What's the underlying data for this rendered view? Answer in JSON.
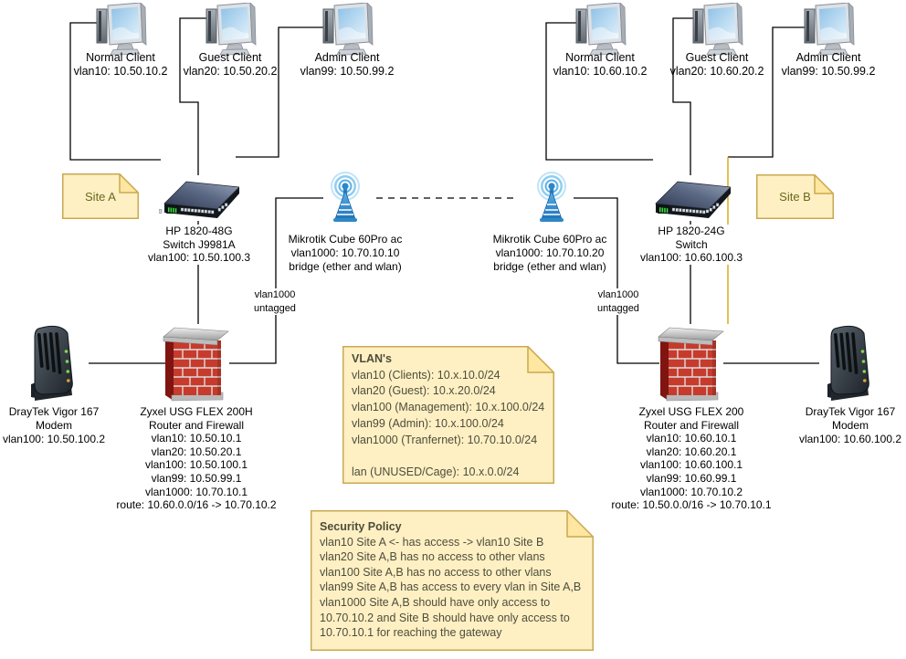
{
  "notes": {
    "site_a": {
      "title": "Site A"
    },
    "site_b": {
      "title": "Site B"
    },
    "vlans": {
      "title": "VLAN's",
      "body": "vlan10 (Clients): 10.x.10.0/24\nvlan20 (Guest): 10.x.20.0/24\nvlan100 (Management): 10.x.100.0/24\nvlan99 (Admin): 10.x.100.0/24\nvlan1000 (Tranfernet): 10.70.10.0/24\n\nlan (UNUSED/Cage): 10.x.0.0/24"
    },
    "security": {
      "title": "Security Policy",
      "body": "vlan10 Site A <- has access -> vlan10 Site B\nvlan20 Site A,B has no access to other vlans\nvlan100 Site A,B has no access to other vlans\nvlan99 Site A,B has access to every vlan in Site A,B\nvlan1000 Site A,B should have only access to\n10.70.10.2 and Site B should have only access to\n10.70.10.1 for reaching the gateway"
    }
  },
  "nodes": {
    "client_a_normal": {
      "label": "Normal Client\nvlan10: 10.50.10.2"
    },
    "client_a_guest": {
      "label": "Guest Client\nvlan20: 10.50.20.2"
    },
    "client_a_admin": {
      "label": "Admin Client\nvlan99: 10.50.99.2"
    },
    "client_b_normal": {
      "label": "Normal Client\nvlan10: 10.60.10.2"
    },
    "client_b_guest": {
      "label": "Guest Client\nvlan20: 10.60.20.2"
    },
    "client_b_admin": {
      "label": "Admin Client\nvlan99: 10.50.99.2"
    },
    "switch_a": {
      "label": "HP 1820-48G\nSwitch J9981A\nvlan100: 10.50.100.3"
    },
    "switch_b": {
      "label": "HP 1820-24G\nSwitch\nvlan100: 10.60.100.3"
    },
    "bridge_a": {
      "label": "Mikrotik Cube 60Pro ac\nvlan1000: 10.70.10.10\nbridge (ether and wlan)"
    },
    "bridge_b": {
      "label": "Mikrotik Cube 60Pro ac\nvlan1000: 10.70.10.20\nbridge (ether and wlan)"
    },
    "firewall_a": {
      "label": "Zyxel USG FLEX 200H\nRouter and Firewall\nvlan10: 10.50.10.1\nvlan20: 10.50.20.1\nvlan100: 10.50.100.1\nvlan99: 10.50.99.1\nvlan1000: 10.70.10.1\nroute: 10.60.0.0/16 -> 10.70.10.2"
    },
    "firewall_b": {
      "label": "Zyxel USG FLEX 200\nRouter and Firewall\nvlan10: 10.60.10.1\nvlan20: 10.60.20.1\nvlan100: 10.60.100.1\nvlan99: 10.60.99.1\nvlan1000: 10.70.10.2\nroute: 10.50.0.0/16 -> 10.70.10.1"
    },
    "modem_a": {
      "label": "DrayTek Vigor 167\nModem\nvlan100: 10.50.100.2"
    },
    "modem_b": {
      "label": "DrayTek Vigor 167\nModem\nvlan100: 10.60.100.2"
    }
  },
  "edge_labels": {
    "a_untagged": "vlan1000\nuntagged",
    "b_untagged": "vlan1000\nuntagged"
  },
  "colors": {
    "note_fill": "#FFF0C4",
    "note_border": "#C9A94F",
    "note_text": "#4D4D3A",
    "site_label_text": "#68681E",
    "connector": "#000000",
    "connector_accent": "#D79B00",
    "firewall_red": "#C63B2C",
    "wireless_blue": "#5FB3E6"
  }
}
